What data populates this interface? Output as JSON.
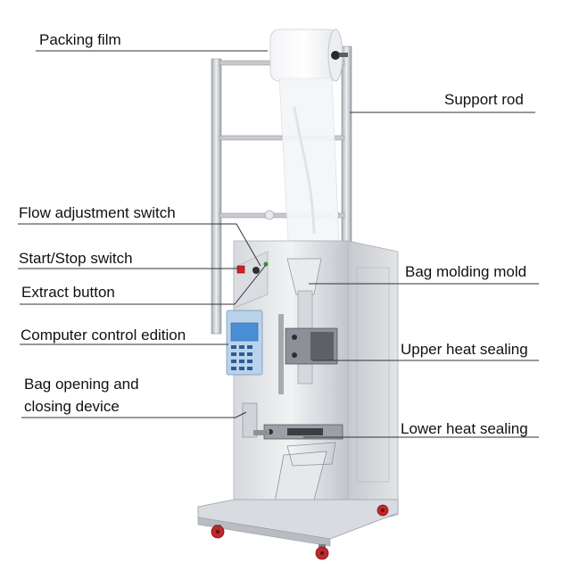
{
  "labels": {
    "packing_film": "Packing film",
    "support_rod": "Support rod",
    "flow_adjustment_switch": "Flow adjustment switch",
    "start_stop_switch": "Start/Stop switch",
    "extract_button": "Extract button",
    "computer_control_edition": "Computer control edition",
    "bag_opening_line1": "Bag opening and",
    "bag_opening_line2": "closing device",
    "bag_molding_mold": "Bag molding mold",
    "upper_heat_sealing": "Upper heat sealing",
    "lower_heat_sealing": "Lower heat sealing"
  },
  "colors": {
    "steel_light": "#e4e6e9",
    "steel_mid": "#c9ccd1",
    "steel_dark": "#9a9ea5",
    "panel_blue": "#b9d3ec",
    "lcd": "#4a8fd6",
    "wheel_red": "#c0282b",
    "switch_red": "#d62020",
    "leader": "#333333"
  },
  "icons": {
    "machine": "packing-machine-illustration"
  }
}
